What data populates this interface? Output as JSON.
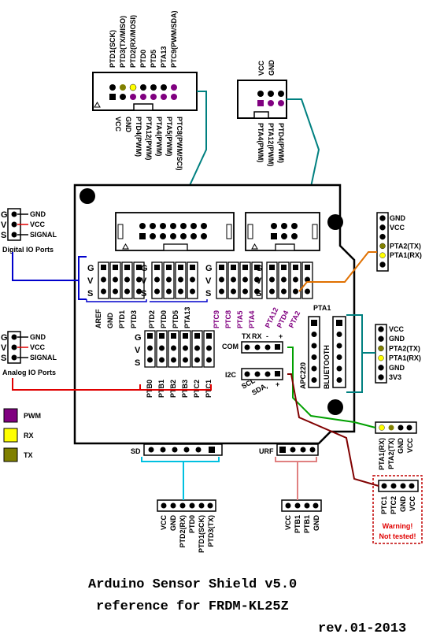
{
  "top_header_left": {
    "top_pins": [
      "PTD1(SCK)",
      "PTD3(TX/MISO)",
      "PTD2(RX/MOSI)",
      "PTD0",
      "PTD5",
      "PTA13",
      "PTC9(PWM/SDA)"
    ],
    "bottom_pins": [
      "VCC",
      "GND",
      "PTD4(PWM)",
      "PTA12(PWM)",
      "PTA4(PWM)",
      "PTA5(PWM)",
      "PTC8(PWM/SCI)"
    ]
  },
  "top_header_right": {
    "top_pins": [
      "VCC",
      "GND"
    ],
    "bottom_pins": [
      "PTA4(PWM)",
      "PTA12(PWM)",
      "PTD4(PWM)"
    ]
  },
  "digital_io": {
    "pins": [
      "G",
      "V",
      "S"
    ],
    "signals": [
      "GND",
      "VCC",
      "SIGNAL"
    ],
    "title": "Digital IO Ports"
  },
  "analog_io": {
    "pins": [
      "G",
      "V",
      "S"
    ],
    "signals": [
      "GND",
      "VCC",
      "SIGNAL"
    ],
    "title": "Analog IO Ports"
  },
  "gvs_labels": [
    "G",
    "V",
    "S"
  ],
  "digital_pins_black": [
    "AREF",
    "GND",
    "PTD1",
    "PTD3",
    "PTD2",
    "PTD0",
    "PTD5",
    "PTA13"
  ],
  "digital_pins_purple": [
    "PTC9",
    "PTC8",
    "PTA5",
    "PTA4",
    "PTA12",
    "PTD4",
    "PTA2"
  ],
  "analog_pins": [
    "PTB0",
    "PTB1",
    "PTB2",
    "PTB3",
    "PTC2",
    "PTC1"
  ],
  "com": {
    "label": "COM",
    "pins": [
      "TX",
      "RX",
      "-",
      "+"
    ]
  },
  "i2c": {
    "label": "I2C",
    "pins": [
      "SCL",
      "SDA",
      "-",
      "+"
    ]
  },
  "pta1_label": "PTA1",
  "apc220_label": "APC220",
  "bluetooth_label": "BLUETOOTH",
  "sd_label": "SD",
  "urf_label": "URF",
  "right_header_1": [
    "GND",
    "VCC",
    "",
    "PTA2(TX)",
    "PTA1(RX)",
    ""
  ],
  "right_header_2": [
    "VCC",
    "GND",
    "PTA2(TX)",
    "PTA1(RX)",
    "GND",
    "3V3"
  ],
  "right_header_3": [
    "PTA1(RX)",
    "PTA2(TX)",
    "GND",
    "VCC"
  ],
  "right_header_4": [
    "PTC1",
    "PTC2",
    "GND",
    "VCC"
  ],
  "warning_text": [
    "Warning!",
    "Not tested!"
  ],
  "sd_pins": [
    "VCC",
    "GND",
    "PTD2(RX)",
    "PTD0",
    "PTD1(SCK)",
    "PTD3(TX)"
  ],
  "urf_pins": [
    "VCC",
    "PTB1",
    "PTB1",
    "GND"
  ],
  "legend": [
    {
      "label": "PWM",
      "color": "#800080"
    },
    {
      "label": "RX",
      "color": "#ffff00"
    },
    {
      "label": "TX",
      "color": "#808000"
    }
  ],
  "title_line1": "Arduino Sensor Shield v5.0",
  "title_line2": "reference for FRDM-KL25Z",
  "revision": "rev.01-2013",
  "colors": {
    "pwm": "#800080",
    "rx": "#ffff00",
    "tx": "#808000",
    "blue": "#0000cc",
    "red": "#e00000",
    "green": "#00a000",
    "teal": "#008080",
    "orange": "#e07000",
    "darkred": "#800000",
    "cyan": "#00c0e0",
    "pink": "#e08080"
  }
}
